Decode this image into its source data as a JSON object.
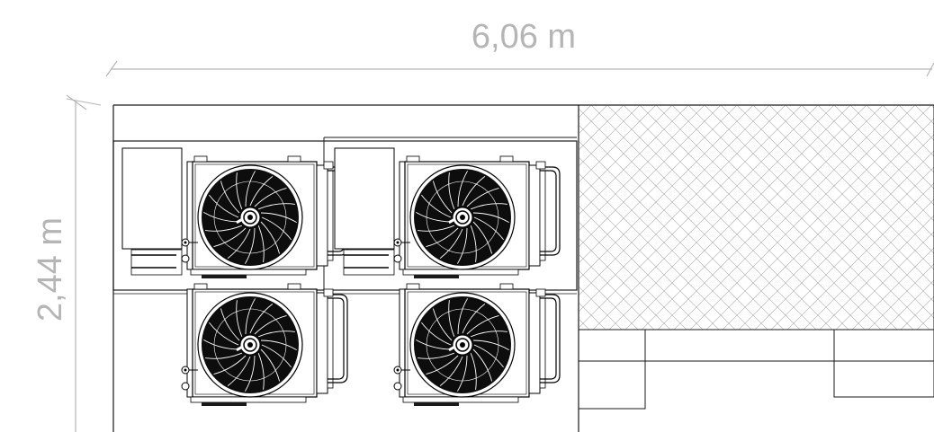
{
  "dimensions": {
    "width_label": "6,06 m",
    "height_label": "2,44 m"
  },
  "units": [
    {
      "id": "unit-top-left",
      "row": "top",
      "col": "left",
      "type": "condensing-unit-with-base"
    },
    {
      "id": "unit-top-right",
      "row": "top",
      "col": "right",
      "type": "condensing-unit-with-base"
    },
    {
      "id": "unit-bottom-left",
      "row": "bottom",
      "col": "left",
      "type": "condensing-unit"
    },
    {
      "id": "unit-bottom-right",
      "row": "bottom",
      "col": "right",
      "type": "condensing-unit"
    }
  ],
  "colors": {
    "dimension": "#b5b5b5",
    "line": "#1a1a1a",
    "fan": "#111111",
    "hatch": "#9a9a9a"
  }
}
